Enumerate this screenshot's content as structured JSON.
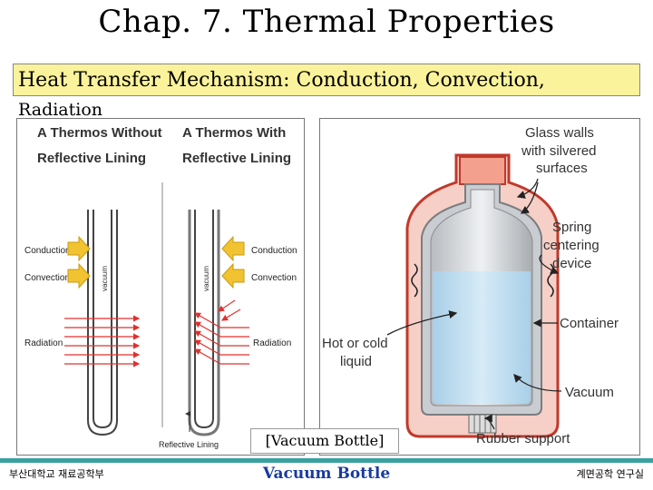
{
  "title": "Chap. 7. Thermal Properties",
  "subtitle_line1": "Heat Transfer Mechanism: Conduction, Convection,",
  "subtitle_line2": "Radiation",
  "left_diagram": {
    "heading_without_1": "A Thermos Without",
    "heading_without_2": "Reflective Lining",
    "heading_with_1": "A Thermos With",
    "heading_with_2": "Reflective Lining",
    "conduction": "Conduction",
    "convection": "Convection",
    "radiation": "Radiation",
    "vacuum": "vacuum",
    "reflective_lining": "Reflective Lining",
    "arrow_color": "#f2c330",
    "radiation_color": "#e0312e"
  },
  "right_diagram": {
    "glass_walls_1": "Glass walls",
    "glass_walls_2": "with silvered",
    "glass_walls_3": "surfaces",
    "spring_1": "Spring",
    "spring_2": "centering",
    "spring_3": "device",
    "container": "Container",
    "hot_cold_1": "Hot or cold",
    "hot_cold_2": "liquid",
    "vacuum": "Vacuum",
    "rubber_support": "Rubber support"
  },
  "caption": "[Vacuum Bottle]",
  "footer": {
    "left": "부산대학교 재료공학부",
    "center": "Vacuum Bottle",
    "right": "계면공학 연구실"
  }
}
